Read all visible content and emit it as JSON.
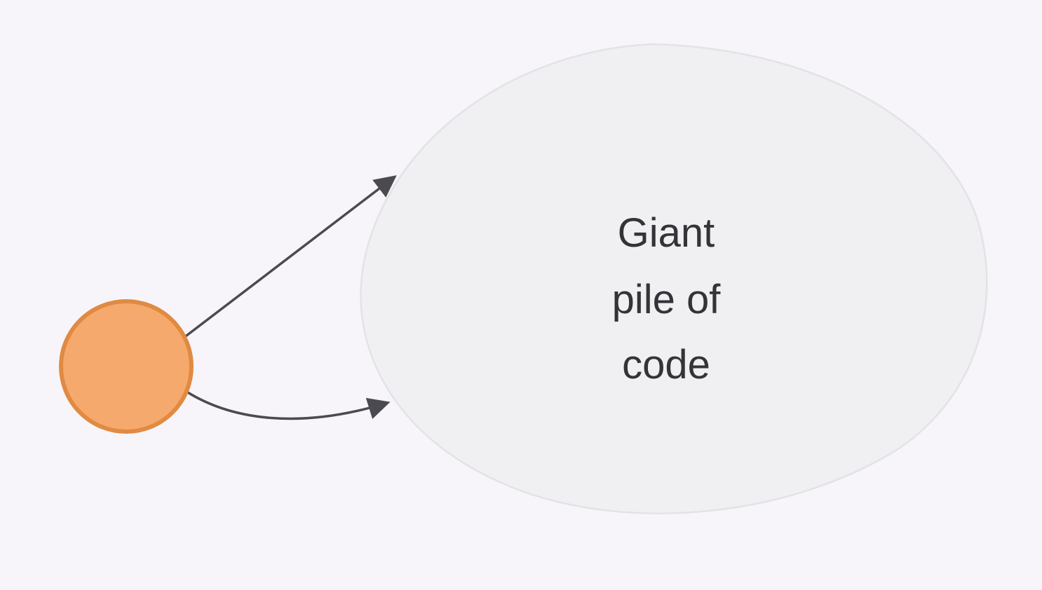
{
  "diagram": {
    "blob": {
      "label_line1": "Giant",
      "label_line2": "pile of",
      "label_line3": "code"
    },
    "node": {
      "description": "small-orange-circle-node"
    },
    "arrows": {
      "count": 2,
      "description_top": "straight-arrow-from-node-to-blob",
      "description_bottom": "curved-arrow-from-node-to-blob"
    }
  },
  "colors": {
    "background": "#f7f5fa",
    "blob_fill": "#f0eff2",
    "blob_stroke": "#e3e2e7",
    "node_fill": "#f6a96c",
    "node_stroke": "#e08a42",
    "arrow_stroke": "#4a4a50",
    "arrow_head": "#4a4a50",
    "text_color": "#333338"
  }
}
